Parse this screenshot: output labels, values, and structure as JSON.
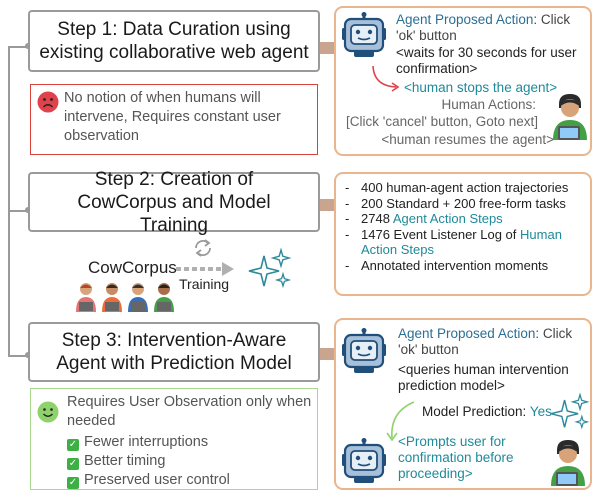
{
  "steps": {
    "step1": "Step 1: Data Curation using existing collaborative web agent",
    "step2": "Step 2: Creation of CowCorpus and Model Training",
    "step3": "Step 3: Intervention-Aware Agent with Prediction Model"
  },
  "problem": {
    "text": "No notion of when humans will intervene, Requires constant user observation"
  },
  "panel1": {
    "agent_label": "Agent Proposed Action",
    "agent_action": ": Click 'ok' button",
    "wait_text": "<waits for 30 seconds for user confirmation>",
    "stop_text": "<human stops the agent>",
    "human_label": "Human Actions:",
    "human_actions": "[Click 'cancel' button, Goto next]",
    "resume_text": "<human resumes the agent>"
  },
  "panel2": {
    "items": [
      {
        "pre": "400 human-agent action trajectories",
        "hl": "",
        "post": ""
      },
      {
        "pre": "200 Standard + 200 free-form tasks",
        "hl": "",
        "post": ""
      },
      {
        "pre": "2748 ",
        "hl": "Agent Action Steps",
        "post": ""
      },
      {
        "pre": "1476 Event Listener Log of ",
        "hl": "Human Action Steps",
        "post": ""
      },
      {
        "pre": "Annotated intervention moments",
        "hl": "",
        "post": ""
      }
    ]
  },
  "training": {
    "corpus_label": "CowCorpus",
    "arrow_label": "Training"
  },
  "panel3": {
    "agent_label": "Agent Proposed Action",
    "agent_action": ": Click 'ok' button",
    "query_text": "<queries human intervention prediction model>",
    "prediction_label": "Model Prediction: ",
    "prediction_value": "Yes",
    "prompt_text": "<Prompts user for confirmation before proceeding>"
  },
  "solution": {
    "text": "Requires User Observation only when needed",
    "benefits": [
      "Fewer interruptions",
      "Better timing",
      "Preserved user control"
    ]
  },
  "colors": {
    "step_border": "#9a9a9a",
    "panel_border": "#e9b58f",
    "problem_border": "#d9413a",
    "solution_border": "#a9d88f",
    "highlight": "#1f8a9a",
    "sad_face": "#e0424b",
    "happy_face": "#8fd16a"
  }
}
